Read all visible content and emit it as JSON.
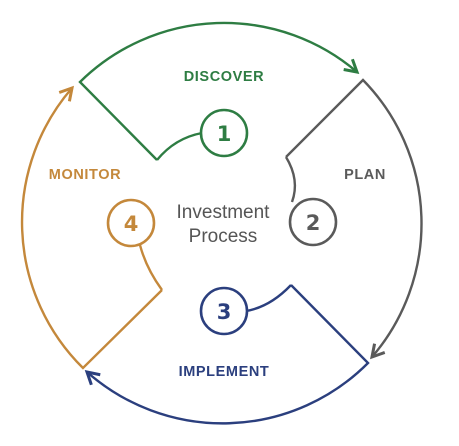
{
  "center": {
    "line1": "Investment",
    "line2": "Process"
  },
  "stages": [
    {
      "number": "1",
      "label": "DISCOVER",
      "color": "#2e7d43"
    },
    {
      "number": "2",
      "label": "PLAN",
      "color": "#5a5a5a"
    },
    {
      "number": "3",
      "label": "IMPLEMENT",
      "color": "#2b3f7e"
    },
    {
      "number": "4",
      "label": "MONITOR",
      "color": "#c4883b"
    }
  ]
}
